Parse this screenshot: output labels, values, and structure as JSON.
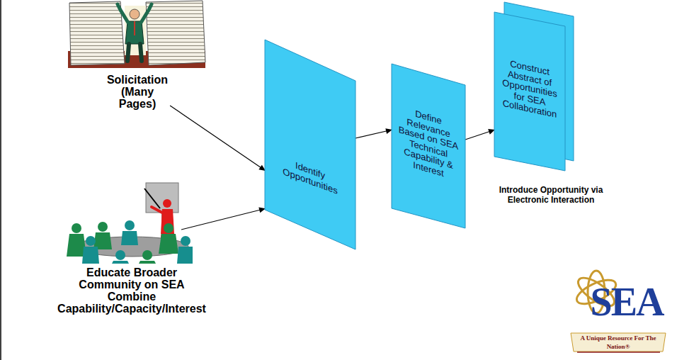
{
  "diagram": {
    "nodes": [
      {
        "text": [
          "Solicitation (Many Pages)"
        ]
      },
      {
        "text": [
          "Educate Broader Community on SEA Combine Capability/Capacity/Interest"
        ]
      },
      {
        "text": [
          "Identify Opportunities"
        ]
      },
      {
        "text": [
          "Define Relevance Based on SEA Technical Capability & Interest"
        ]
      },
      {
        "text": [
          "Construct Abstract of Opportunities for SEA Collaboration",
          "Introduce Opportunity via Electronic Interaction"
        ]
      }
    ],
    "edges": [
      {
        "from": 0,
        "to": 2,
        "arrow": "to"
      },
      {
        "from": 1,
        "to": 2,
        "arrow": "to"
      },
      {
        "from": 2,
        "to": 3,
        "arrow": "to"
      },
      {
        "from": 3,
        "to": 4,
        "arrow": "to"
      }
    ],
    "labels": [
      "SEA",
      "A Unique Resource For The Nation®"
    ]
  }
}
